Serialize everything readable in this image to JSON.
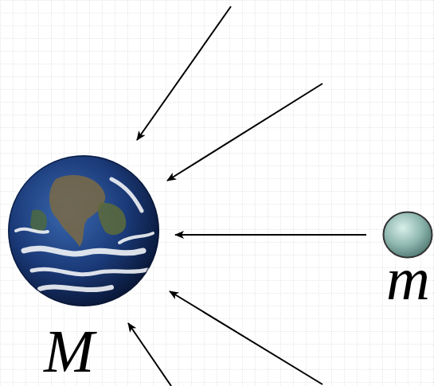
{
  "diagram": {
    "nodes": [
      {
        "text": [
          "M"
        ]
      },
      {
        "text": [
          "m"
        ]
      }
    ],
    "edges": [
      {
        "from": 1,
        "to": 0,
        "arrow": "to"
      }
    ]
  }
}
